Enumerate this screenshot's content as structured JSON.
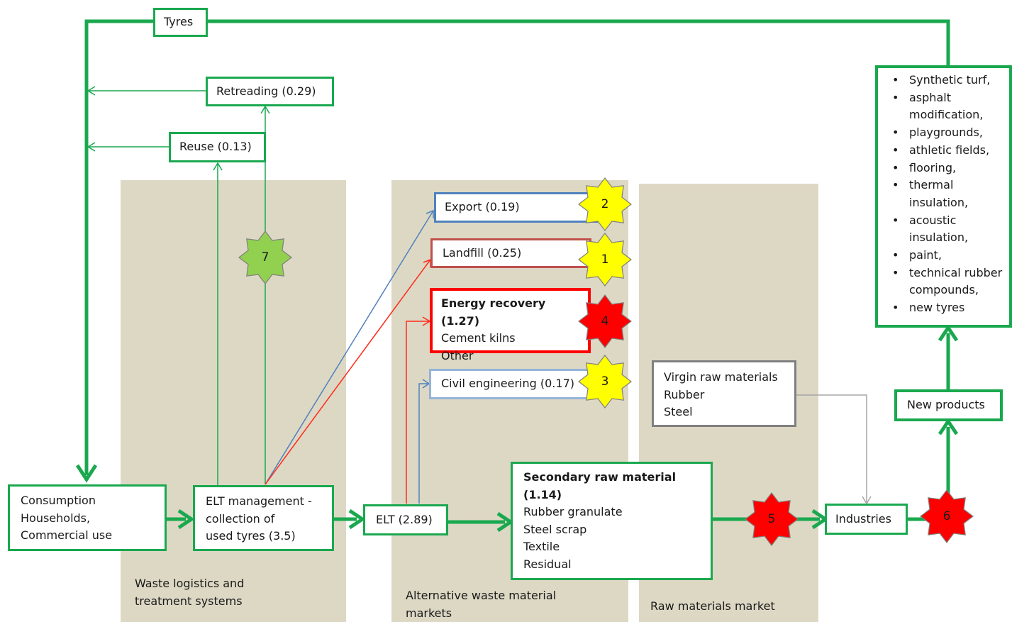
{
  "zones": {
    "waste": "Waste logistics and treatment systems",
    "alternative": "Alternative waste material markets",
    "raw": "Raw materials market"
  },
  "boxes": {
    "tyres": "Tyres",
    "retreading": "Retreading (0.29)",
    "reuse": "Reuse (0.13)",
    "export": "Export (0.19)",
    "landfill": "Landfill (0.25)",
    "energy": {
      "title": "Energy recovery (1.27)",
      "lines": [
        "Cement kilns",
        "Other"
      ]
    },
    "civil": "Civil engineering (0.17)",
    "virgin": [
      "Virgin raw materials",
      "Rubber",
      "Steel"
    ],
    "consumption": [
      "Consumption",
      "Households,",
      "Commercial use"
    ],
    "elt_management": [
      "ELT management -",
      "collection of",
      "used tyres (3.5)"
    ],
    "elt": "ELT (2.89)",
    "secondary": {
      "title_1": "Secondary raw material",
      "title_2": "(1.14)",
      "lines": [
        "Rubber granulate",
        "Steel scrap",
        "Textile",
        "Residual"
      ]
    },
    "industries": "Industries",
    "new_products": "New products",
    "uses": [
      "Synthetic turf,",
      "asphalt modification,",
      "playgrounds,",
      "athletic fields,",
      "flooring,",
      "thermal insulation,",
      "acoustic insulation,",
      "paint,",
      "technical rubber compounds,",
      "new tyres"
    ]
  },
  "stars": {
    "s1": {
      "label": "1",
      "color": "#ffff00"
    },
    "s2": {
      "label": "2",
      "color": "#ffff00"
    },
    "s3": {
      "label": "3",
      "color": "#ffff00"
    },
    "s4": {
      "label": "4",
      "color": "#ff0000"
    },
    "s5": {
      "label": "5",
      "color": "#ff0000"
    },
    "s6": {
      "label": "6",
      "color": "#ff0000"
    },
    "s7": {
      "label": "7",
      "color": "#92d050"
    }
  },
  "colors": {
    "green": "#1aa84f",
    "blue": "#4f81bd",
    "light_blue": "#95b3d7",
    "red_line": "#ff2a1a",
    "grey_line": "#a6a6a6",
    "zone": "#ddd8c4"
  }
}
